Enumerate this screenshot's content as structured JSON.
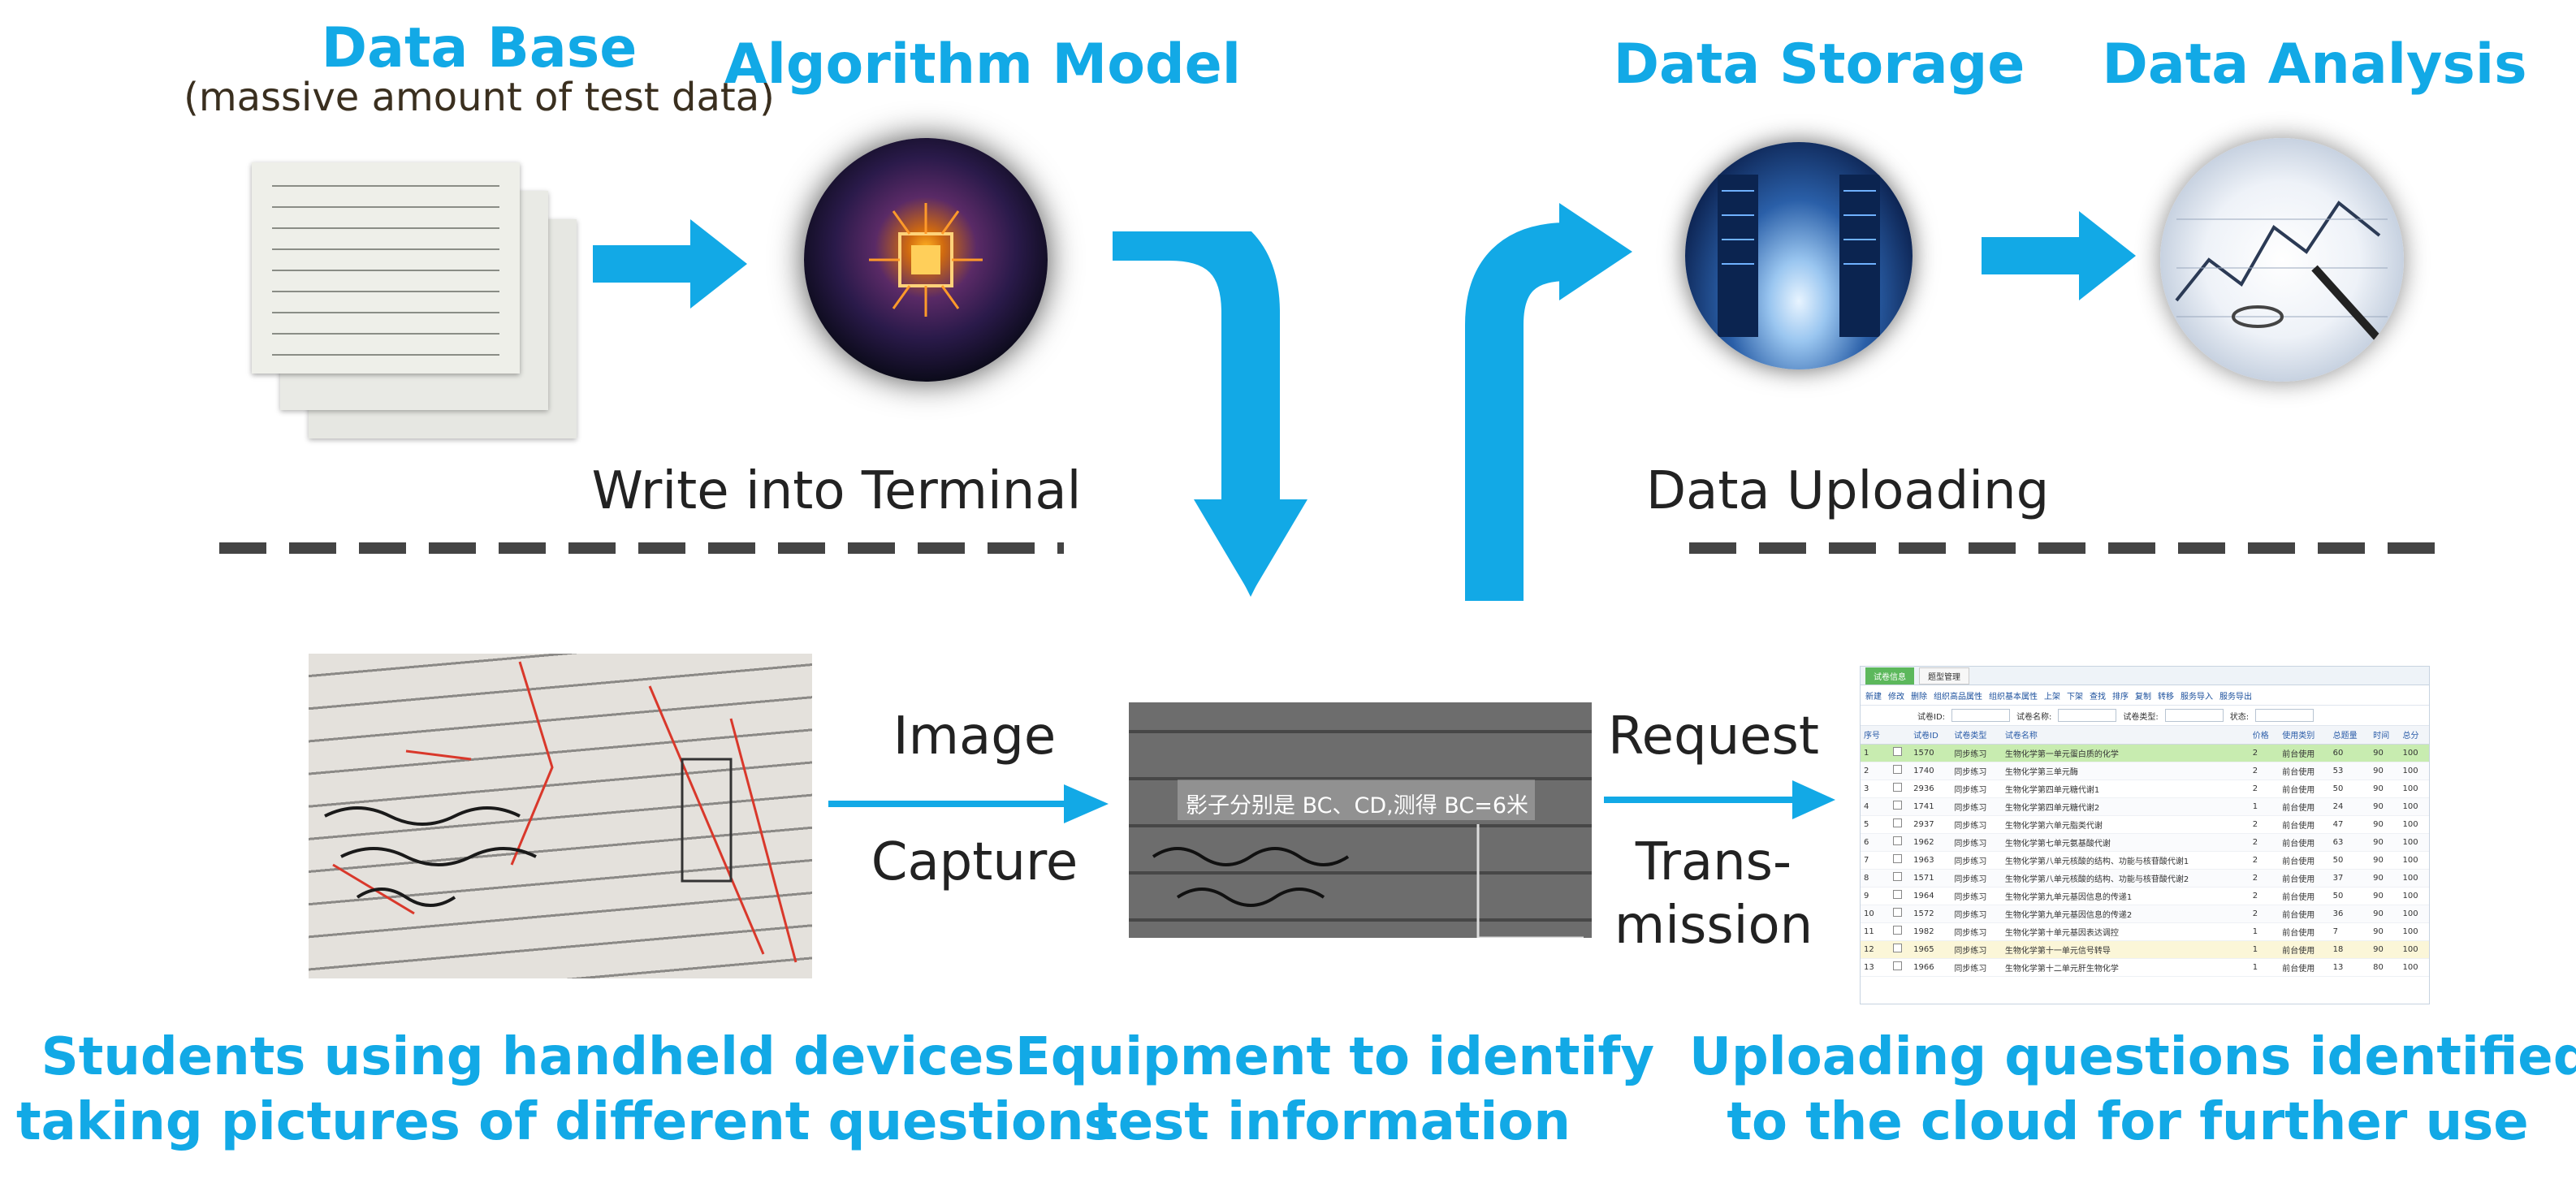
{
  "top": {
    "database": {
      "title": "Data Base",
      "subtitle": "(massive amount of test data)"
    },
    "model": {
      "title": "Algorithm Model"
    },
    "storage": {
      "title": "Data Storage"
    },
    "analysis": {
      "title": "Data Analysis"
    },
    "write_label": "Write into Terminal",
    "upload_label": "Data Uploading"
  },
  "middle": {
    "image_label": "Image",
    "capture_label": "Capture",
    "request_label": "Request",
    "trans_label": "Trans-",
    "mission_label": "mission",
    "ocr_overlay": "影子分别是 BC、CD,测得 BC=6米"
  },
  "captions": {
    "students": [
      "Students using handheld devices",
      "taking pictures of different questions"
    ],
    "equipment": [
      "Equipment to identify",
      "test information"
    ],
    "uploading": [
      "Uploading questions identified",
      "to the cloud for further use"
    ]
  },
  "table": {
    "tabs": [
      "试卷信息",
      "题型管理"
    ],
    "toolbar": [
      "新建",
      "修改",
      "删除",
      "组织高品属性",
      "组织基本属性",
      "上架",
      "下架",
      "查找",
      "排序",
      "复制",
      "转移",
      "服务导入",
      "服务导出"
    ],
    "filters": [
      "试卷ID:",
      "试卷名称:",
      "试卷类型:",
      "状态:"
    ],
    "columns": [
      "序号",
      "",
      "试卷ID",
      "试卷类型",
      "试卷名称",
      "价格",
      "使用类别",
      "总题量",
      "时间",
      "总分"
    ],
    "rows": [
      [
        "1",
        "1570",
        "同步练习",
        "生物化学第一单元蛋白质的化学",
        "2",
        "前台使用",
        "60",
        "90",
        "100"
      ],
      [
        "2",
        "1740",
        "同步练习",
        "生物化学第三单元酶",
        "2",
        "前台使用",
        "53",
        "90",
        "100"
      ],
      [
        "3",
        "2936",
        "同步练习",
        "生物化学第四单元糖代谢1",
        "2",
        "前台使用",
        "50",
        "90",
        "100"
      ],
      [
        "4",
        "1741",
        "同步练习",
        "生物化学第四单元糖代谢2",
        "1",
        "前台使用",
        "24",
        "90",
        "100"
      ],
      [
        "5",
        "2937",
        "同步练习",
        "生物化学第六单元脂类代谢",
        "2",
        "前台使用",
        "47",
        "90",
        "100"
      ],
      [
        "6",
        "1962",
        "同步练习",
        "生物化学第七单元氨基酸代谢",
        "2",
        "前台使用",
        "63",
        "90",
        "100"
      ],
      [
        "7",
        "1963",
        "同步练习",
        "生物化学第八单元核酸的结构、功能与核苷酸代谢1",
        "2",
        "前台使用",
        "50",
        "90",
        "100"
      ],
      [
        "8",
        "1571",
        "同步练习",
        "生物化学第八单元核酸的结构、功能与核苷酸代谢2",
        "2",
        "前台使用",
        "37",
        "90",
        "100"
      ],
      [
        "9",
        "1964",
        "同步练习",
        "生物化学第九单元基因信息的传递1",
        "2",
        "前台使用",
        "50",
        "90",
        "100"
      ],
      [
        "10",
        "1572",
        "同步练习",
        "生物化学第九单元基因信息的传递2",
        "2",
        "前台使用",
        "36",
        "90",
        "100"
      ],
      [
        "11",
        "1982",
        "同步练习",
        "生物化学第十单元基因表达调控",
        "1",
        "前台使用",
        "7",
        "90",
        "100"
      ],
      [
        "12",
        "1965",
        "同步练习",
        "生物化学第十一单元信号转导",
        "1",
        "前台使用",
        "18",
        "90",
        "100"
      ],
      [
        "13",
        "1966",
        "同步练习",
        "生物化学第十二单元肝生物化学",
        "1",
        "前台使用",
        "13",
        "80",
        "100"
      ]
    ]
  },
  "colors": {
    "accent": "#12a9e6",
    "dash": "#444444"
  }
}
